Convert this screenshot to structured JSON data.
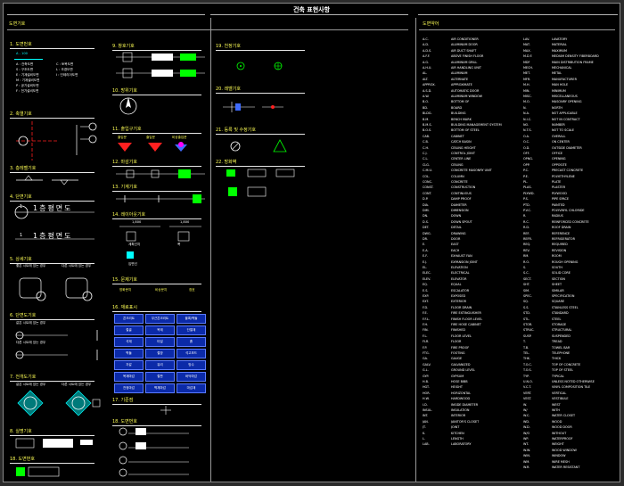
{
  "title": "건축 표현사항",
  "left_panel_title": "도면기호",
  "right_panel_title": "도면약어",
  "colors": {
    "background": "#000000",
    "heading": "#ffff55",
    "line": "#ffffff",
    "green": "#00ff00",
    "red": "#ff2020",
    "cyan": "#00ffff",
    "blue": "#0b2aa8",
    "magenta": "#ff00ff"
  },
  "sections": {
    "s1": "1. 도면번호",
    "s2": "2. 축열기호",
    "s3": "3. 층레벨기호",
    "s4": "4. 단면기호",
    "s5": "5. 상세기호",
    "s6": "6. 단면도기호",
    "s7": "7. 전개도기호",
    "s8": "8. 실명기호",
    "s9": "9. 창호기호",
    "s10": "10. 방위기호",
    "s11": "11. 출입구기호",
    "s12": "12. 마감기호",
    "s13": "13. 기계기호",
    "s14": "14. 레이아웃기호",
    "s15": "15. 문제기호",
    "s16": "16. 재료표시",
    "s17": "17. 기준점",
    "s18": "18. 도면번호",
    "s19": "19. 천정기호",
    "s20": "20. 레벨기호",
    "s21": "21. 등록 및 수정기호",
    "s22": "22. 방화벽"
  },
  "s1": {
    "label": "A - 100",
    "legend_left": [
      "A : 건축도면",
      "S : 구조도면",
      "E : 기계설비도면",
      "M : 기계설비도면",
      "P : 공기설비도면",
      "F : 전기설비도면"
    ],
    "legend_right": [
      "C : 토목도면",
      "L : 조경도면",
      "I : 인테리어도면"
    ]
  },
  "s4": {
    "t1": "1층평면도",
    "t2": "1층평면도",
    "n1": "1",
    "n2": "1"
  },
  "s5": {
    "a": "좋은 시트에 있는 경우",
    "b": "다른 시트에 있는 경우"
  },
  "s6": {
    "a": "같은 시트에 있는 경우",
    "b": "다른 시트에 있는 경우"
  },
  "s7": {
    "a": "같은 시트에 있는 경우",
    "b": "다른 시트에 있는 경우"
  },
  "s11": {
    "a": "출입문",
    "b": "출입문",
    "c": "비상출입문"
  },
  "s14": {
    "a": "1,800",
    "b": "1,800",
    "c": "계획선지",
    "d": "폭",
    "e": "입면선"
  },
  "s15": {
    "a": "방화문지",
    "b": "비상문지",
    "c": "창호"
  },
  "s16": {
    "cells": [
      "콘크리트",
      "무근콘크리트",
      "블록/벽돌",
      "철골",
      "목재",
      "단열재",
      "석재",
      "타일",
      "흙",
      "벽돌",
      "철망",
      "석고보드",
      "자갈",
      "유리",
      "방수",
      "목재마감",
      "철판",
      "바닥마감",
      "천정마감",
      "벽체마감",
      "마감재"
    ]
  },
  "abbr": [
    [
      "A.C.",
      "AIR CONDITIONER"
    ],
    [
      "A.D.",
      "ALUMINUM DOOR"
    ],
    [
      "A.D.S.",
      "AIR DUCT SHAFT"
    ],
    [
      "A.F.F.",
      "ABOVE FINISH FLOOR"
    ],
    [
      "A.G.",
      "ALUMINUM GRILL"
    ],
    [
      "A.H.U.",
      "AIR HANDLING UNIT"
    ],
    [
      "AL.",
      "ALUMINUM"
    ],
    [
      "ALT.",
      "ALTERNATE"
    ],
    [
      "APPROX.",
      "APPROXIMATE"
    ],
    [
      "A.S.D.",
      "AUTOMATIC DOOR"
    ],
    [
      "A.W.",
      "ALUMINUM WINDOW"
    ],
    [
      "B.O.",
      "BOTTOM OF"
    ],
    [
      "BD.",
      "BOARD"
    ],
    [
      "BLDG.",
      "BUILDING"
    ],
    [
      "B.M.",
      "BENCH MARK"
    ],
    [
      "B.M.S.",
      "BUILDING MANAGEMENT SYSTEM"
    ],
    [
      "B.O.S.",
      "BOTTOM OF STEEL"
    ],
    [
      "CAB.",
      "CABINET"
    ],
    [
      "C.B.",
      "CATCH BASIN"
    ],
    [
      "C.H.",
      "CEILING HEIGHT"
    ],
    [
      "C.J.",
      "CONTROL JOINT"
    ],
    [
      "C.L.",
      "CENTER LINE"
    ],
    [
      "CLG.",
      "CEILING"
    ],
    [
      "C.M.U.",
      "CONCRETE MASONRY UNIT"
    ],
    [
      "COL.",
      "COLUMN"
    ],
    [
      "CONC.",
      "CONCRETE"
    ],
    [
      "CONST.",
      "CONSTRUCTION"
    ],
    [
      "CONT.",
      "CONTINUOUS"
    ],
    [
      "D.P.",
      "DAMP PROOF"
    ],
    [
      "DIA.",
      "DIAMETER"
    ],
    [
      "DIM.",
      "DIMENSION"
    ],
    [
      "DN.",
      "DOWN"
    ],
    [
      "D.S.",
      "DOWN SPOUT"
    ],
    [
      "DET.",
      "DETAIL"
    ],
    [
      "DWG.",
      "DRAWING"
    ],
    [
      "DR.",
      "DOOR"
    ],
    [
      "E.",
      "EAST"
    ],
    [
      "E.A.",
      "EACH"
    ],
    [
      "E.F.",
      "EXHAUST FAN"
    ],
    [
      "E.J.",
      "EXPANSION JOINT"
    ],
    [
      "EL.",
      "ELEVATION"
    ],
    [
      "ELEC.",
      "ELECTRICAL"
    ],
    [
      "ELEV.",
      "ELEVATOR"
    ],
    [
      "EQ.",
      "EQUAL"
    ],
    [
      "E.S.",
      "ESCALATOR"
    ],
    [
      "EXP.",
      "EXPOSED"
    ],
    [
      "EXT.",
      "EXTERIOR"
    ],
    [
      "F.D.",
      "FLOOR DRAIN"
    ],
    [
      "F.E.",
      "FIRE EXTINGUISHER"
    ],
    [
      "F.F.L.",
      "FINISH FLOOR LEVEL"
    ],
    [
      "F.H.",
      "FIRE HOSE CABINET"
    ],
    [
      "FIN.",
      "FINISHED"
    ],
    [
      "F.L.",
      "FLOOR LEVEL"
    ],
    [
      "FLR.",
      "FLOOR"
    ],
    [
      "F.P.",
      "FIRE PROOF"
    ],
    [
      "FTG.",
      "FOOTING"
    ],
    [
      "GA.",
      "GAUGE"
    ],
    [
      "GALV.",
      "GALVANIZED"
    ],
    [
      "G.L.",
      "GROUND LEVEL"
    ],
    [
      "GYP.",
      "GYPSUM"
    ],
    [
      "H.B.",
      "HOSE BIBB"
    ],
    [
      "HGT.",
      "HEIGHT"
    ],
    [
      "HOR.",
      "HORIZONTAL"
    ],
    [
      "H.W.",
      "HARDWOOD"
    ],
    [
      "I.D.",
      "INSIDE DIAMETER"
    ],
    [
      "INSUL.",
      "INSULATION"
    ],
    [
      "INT.",
      "INTERIOR"
    ],
    [
      "JAN.",
      "JANITOR'S CLOSET"
    ],
    [
      "JT.",
      "JOINT"
    ],
    [
      "K.",
      "KITCHEN"
    ],
    [
      "L.",
      "LENGTH"
    ],
    [
      "LAB.",
      "LABORATORY"
    ]
  ],
  "abbr2": [
    [
      "LAV.",
      "LAVATORY"
    ],
    [
      "MAT.",
      "MATERIAL"
    ],
    [
      "MAX.",
      "MAXIMUM"
    ],
    [
      "M.D.F.",
      "MEDIUM DENSITY FIBERBOARD"
    ],
    [
      "MDF",
      "MAIN DISTRIBUTION FRAME"
    ],
    [
      "MECH.",
      "MECHANICAL"
    ],
    [
      "MET.",
      "METAL"
    ],
    [
      "MFR.",
      "MANUFACTURER"
    ],
    [
      "M.H.",
      "MAN HOLE"
    ],
    [
      "MIN.",
      "MINIMUM"
    ],
    [
      "MISC.",
      "MISCELLANEOUS"
    ],
    [
      "M.O.",
      "MASONRY OPENING"
    ],
    [
      "N.",
      "NORTH"
    ],
    [
      "N.A.",
      "NOT APPLICABLE"
    ],
    [
      "N.I.C.",
      "NOT IN CONTRACT"
    ],
    [
      "NO.",
      "NUMBER"
    ],
    [
      "N.T.S.",
      "NOT TO SCALE"
    ],
    [
      "O.A.",
      "OVERALL"
    ],
    [
      "O.C.",
      "ON CENTER"
    ],
    [
      "O.D.",
      "OUTSIDE DIAMETER"
    ],
    [
      "OFF.",
      "OFFICE"
    ],
    [
      "OPNG.",
      "OPENING"
    ],
    [
      "OPP.",
      "OPPOSITE"
    ],
    [
      "P.C.",
      "PRECAST CONCRETE"
    ],
    [
      "P.E.",
      "POLYETHYLENE"
    ],
    [
      "PL.",
      "PLATE"
    ],
    [
      "PLAS.",
      "PLASTER"
    ],
    [
      "PLYWD.",
      "PLYWOOD"
    ],
    [
      "P.S.",
      "PIPE SPACE"
    ],
    [
      "PTD.",
      "PAINTED"
    ],
    [
      "P.V.C.",
      "POLYVINYL CHLORIDE"
    ],
    [
      "R.",
      "RADIUS"
    ],
    [
      "R.C.",
      "REINFORCED CONCRETE"
    ],
    [
      "R.D.",
      "ROOF DRAIN"
    ],
    [
      "REF.",
      "REFERENCE"
    ],
    [
      "REFR.",
      "REFRIGERATOR"
    ],
    [
      "REQ.",
      "REQUIRED"
    ],
    [
      "REV.",
      "REVISION"
    ],
    [
      "RM.",
      "ROOM"
    ],
    [
      "R.O.",
      "ROUGH OPENING"
    ],
    [
      "S.",
      "SOUTH"
    ],
    [
      "S.C.",
      "SOLID CORE"
    ],
    [
      "SECT.",
      "SECTION"
    ],
    [
      "SHT.",
      "SHEET"
    ],
    [
      "SIM.",
      "SIMILAR"
    ],
    [
      "SPEC.",
      "SPECIFICATION"
    ],
    [
      "SQ.",
      "SQUARE"
    ],
    [
      "S.S.",
      "STAINLESS STEEL"
    ],
    [
      "STD.",
      "STANDARD"
    ],
    [
      "STL.",
      "STEEL"
    ],
    [
      "STOR.",
      "STORAGE"
    ],
    [
      "STRUC.",
      "STRUCTURAL"
    ],
    [
      "SUSP.",
      "SUSPENDED"
    ],
    [
      "T.",
      "TREAD"
    ],
    [
      "T.B.",
      "TOWEL BAR"
    ],
    [
      "TEL.",
      "TELEPHONE"
    ],
    [
      "THK.",
      "THICK"
    ],
    [
      "T.O.C.",
      "TOP OF CONCRETE"
    ],
    [
      "T.O.S.",
      "TOP OF STEEL"
    ],
    [
      "TYP.",
      "TYPICAL"
    ],
    [
      "U.N.O.",
      "UNLESS NOTED OTHERWISE"
    ],
    [
      "V.C.T.",
      "VINYL COMPOSITION TILE"
    ],
    [
      "VERT.",
      "VERTICAL"
    ],
    [
      "VEST.",
      "VESTIBULE"
    ],
    [
      "W.",
      "WEST"
    ],
    [
      "W/",
      "WITH"
    ],
    [
      "W.C.",
      "WATER CLOSET"
    ],
    [
      "WD.",
      "WOOD"
    ],
    [
      "W.D.",
      "WOOD DOOR"
    ],
    [
      "W/O",
      "WITHOUT"
    ],
    [
      "WP.",
      "WATERPROOF"
    ],
    [
      "WT.",
      "WEIGHT"
    ],
    [
      "W.W.",
      "WOOD WINDOW"
    ],
    [
      "WIN.",
      "WINDOW"
    ],
    [
      "WM.",
      "WIRE MESH"
    ],
    [
      "W.R.",
      "WATER RESISTANT"
    ]
  ]
}
